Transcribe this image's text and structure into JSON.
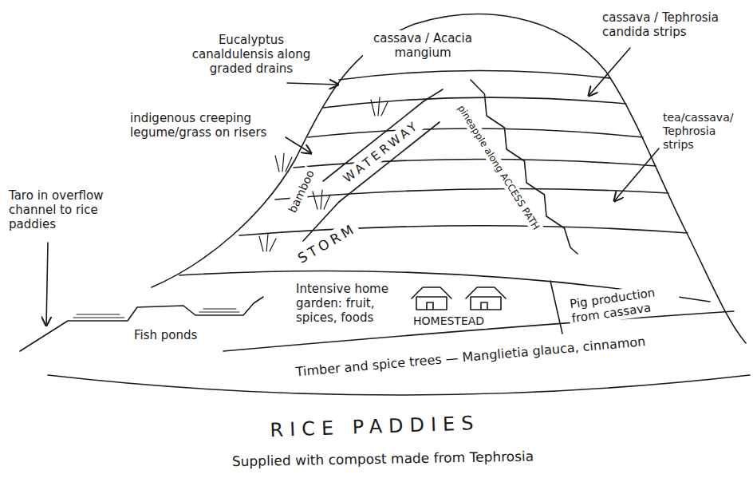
{
  "diagram": {
    "labels": [
      "cassava / Tephrosia candida strips",
      "Eucalyptus canaldulensis along graded drains",
      "cassava / Acacia mangium",
      "indigenous creeping legume/grass on risers",
      "tea/cassava/ Tephrosia strips",
      "bamboo",
      "WATERWAY",
      "pineapple along ACCESS PATH",
      "Taro in overflow channel to rice paddies",
      "STORM",
      "Intensive home garden: fruit, spices, foods",
      "HOMESTEAD",
      "Pig production from cassava",
      "Fish ponds",
      "Timber and spice trees — Manglietia glauca, cinnamon",
      "RICE PADDIES",
      "Supplied with compost made from Tephrosia"
    ]
  }
}
